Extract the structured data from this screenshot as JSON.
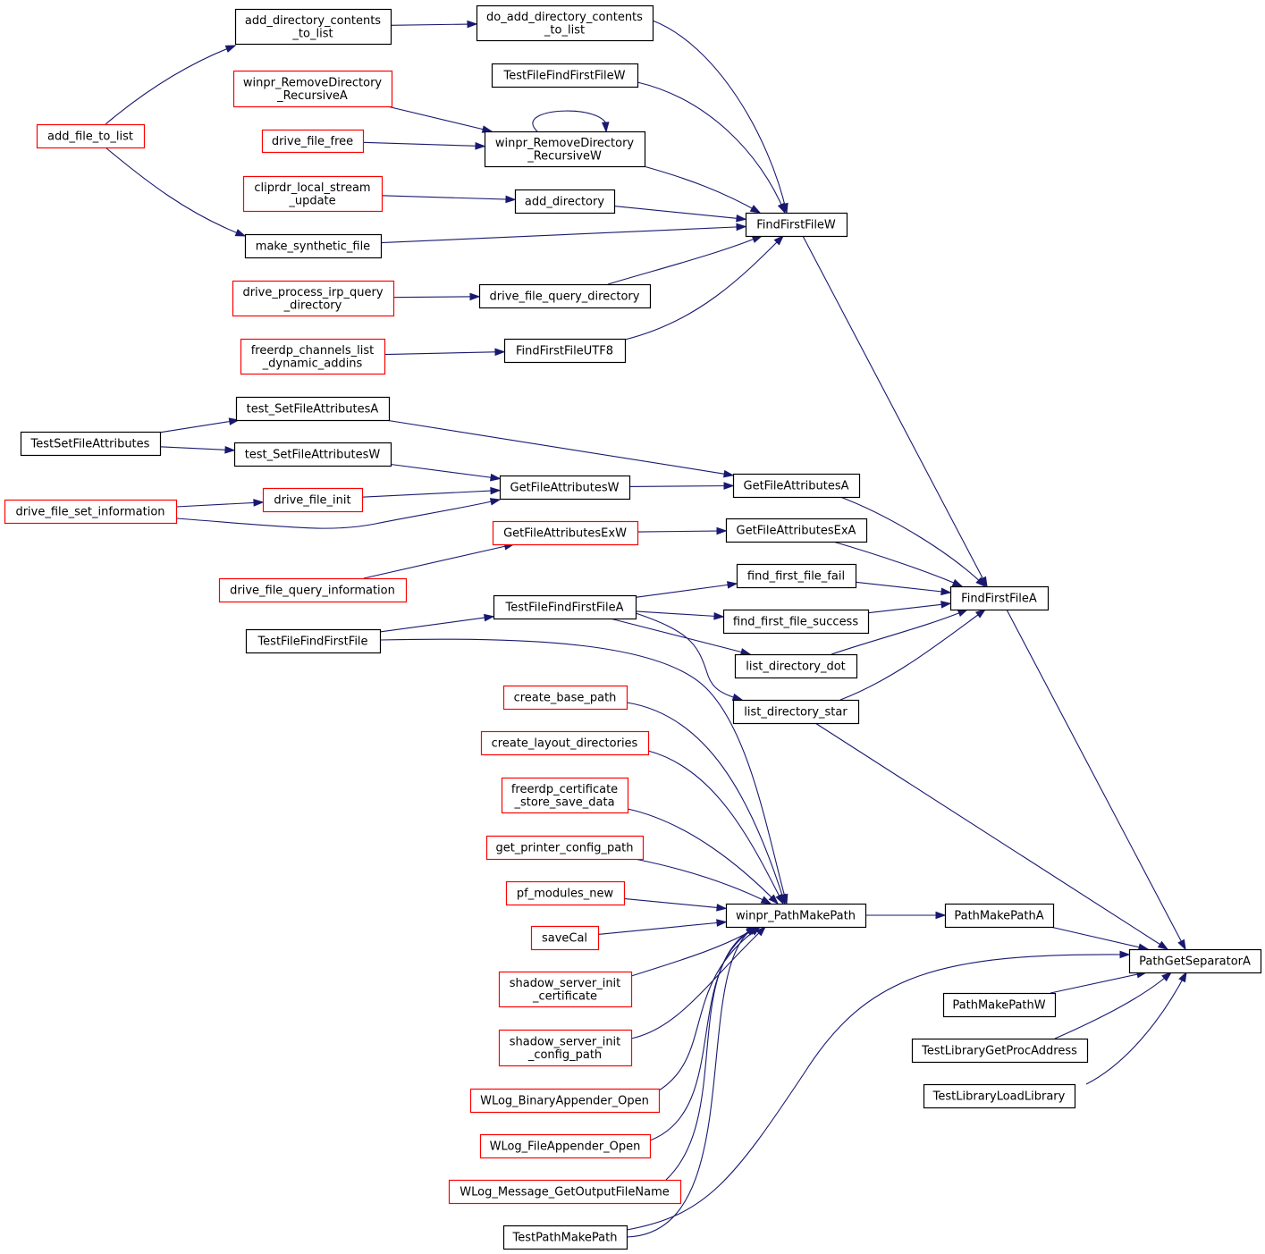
{
  "graph": {
    "title": "",
    "colors": {
      "edge": "#191970",
      "node_border_default": "#000000",
      "node_border_truncated": "#ff0000",
      "highlight_fill": "#bfbfbf"
    },
    "nodes": [
      {
        "id": "add_directory_contents_to_list",
        "lines": [
          "add_directory_contents",
          "_to_list"
        ],
        "border": "black"
      },
      {
        "id": "do_add_directory_contents_to_list",
        "lines": [
          "do_add_directory_contents",
          "_to_list"
        ],
        "border": "black"
      },
      {
        "id": "TestFileFindFirstFileW",
        "lines": [
          "TestFileFindFirstFileW"
        ],
        "border": "black"
      },
      {
        "id": "winpr_RemoveDirectory_RecursiveA",
        "lines": [
          "winpr_RemoveDirectory",
          "_RecursiveA"
        ],
        "border": "red"
      },
      {
        "id": "add_file_to_list",
        "lines": [
          "add_file_to_list"
        ],
        "border": "red"
      },
      {
        "id": "drive_file_free",
        "lines": [
          "drive_file_free"
        ],
        "border": "red"
      },
      {
        "id": "winpr_RemoveDirectory_RecursiveW",
        "lines": [
          "winpr_RemoveDirectory",
          "_RecursiveW"
        ],
        "border": "black"
      },
      {
        "id": "cliprdr_local_stream_update",
        "lines": [
          "cliprdr_local_stream",
          "_update"
        ],
        "border": "red"
      },
      {
        "id": "add_directory",
        "lines": [
          "add_directory"
        ],
        "border": "black"
      },
      {
        "id": "FindFirstFileW",
        "lines": [
          "FindFirstFileW"
        ],
        "border": "black"
      },
      {
        "id": "make_synthetic_file",
        "lines": [
          "make_synthetic_file"
        ],
        "border": "black"
      },
      {
        "id": "drive_process_irp_query_directory",
        "lines": [
          "drive_process_irp_query",
          "_directory"
        ],
        "border": "red"
      },
      {
        "id": "drive_file_query_directory",
        "lines": [
          "drive_file_query_directory"
        ],
        "border": "black"
      },
      {
        "id": "freerdp_channels_list_dynamic_addins",
        "lines": [
          "freerdp_channels_list",
          "_dynamic_addins"
        ],
        "border": "red"
      },
      {
        "id": "FindFirstFileUTF8",
        "lines": [
          "FindFirstFileUTF8"
        ],
        "border": "black"
      },
      {
        "id": "test_SetFileAttributesA",
        "lines": [
          "test_SetFileAttributesA"
        ],
        "border": "black"
      },
      {
        "id": "TestSetFileAttributes",
        "lines": [
          "TestSetFileAttributes"
        ],
        "border": "black"
      },
      {
        "id": "test_SetFileAttributesW",
        "lines": [
          "test_SetFileAttributesW"
        ],
        "border": "black"
      },
      {
        "id": "GetFileAttributesW",
        "lines": [
          "GetFileAttributesW"
        ],
        "border": "black"
      },
      {
        "id": "GetFileAttributesA",
        "lines": [
          "GetFileAttributesA"
        ],
        "border": "black"
      },
      {
        "id": "drive_file_init",
        "lines": [
          "drive_file_init"
        ],
        "border": "red"
      },
      {
        "id": "drive_file_set_information",
        "lines": [
          "drive_file_set_information"
        ],
        "border": "red"
      },
      {
        "id": "GetFileAttributesExW",
        "lines": [
          "GetFileAttributesExW"
        ],
        "border": "red"
      },
      {
        "id": "GetFileAttributesExA",
        "lines": [
          "GetFileAttributesExA"
        ],
        "border": "black"
      },
      {
        "id": "find_first_file_fail",
        "lines": [
          "find_first_file_fail"
        ],
        "border": "black"
      },
      {
        "id": "drive_file_query_information",
        "lines": [
          "drive_file_query_information"
        ],
        "border": "red"
      },
      {
        "id": "FindFirstFileA",
        "lines": [
          "FindFirstFileA"
        ],
        "border": "black"
      },
      {
        "id": "TestFileFindFirstFileA",
        "lines": [
          "TestFileFindFirstFileA"
        ],
        "border": "black"
      },
      {
        "id": "find_first_file_success",
        "lines": [
          "find_first_file_success"
        ],
        "border": "black"
      },
      {
        "id": "TestFileFindFirstFile",
        "lines": [
          "TestFileFindFirstFile"
        ],
        "border": "black"
      },
      {
        "id": "list_directory_dot",
        "lines": [
          "list_directory_dot"
        ],
        "border": "black"
      },
      {
        "id": "create_base_path",
        "lines": [
          "create_base_path"
        ],
        "border": "red"
      },
      {
        "id": "list_directory_star",
        "lines": [
          "list_directory_star"
        ],
        "border": "black"
      },
      {
        "id": "create_layout_directories",
        "lines": [
          "create_layout_directories"
        ],
        "border": "red"
      },
      {
        "id": "freerdp_certificate_store_save_data",
        "lines": [
          "freerdp_certificate",
          "_store_save_data"
        ],
        "border": "red"
      },
      {
        "id": "get_printer_config_path",
        "lines": [
          "get_printer_config_path"
        ],
        "border": "red"
      },
      {
        "id": "pf_modules_new",
        "lines": [
          "pf_modules_new"
        ],
        "border": "red"
      },
      {
        "id": "winpr_PathMakePath",
        "lines": [
          "winpr_PathMakePath"
        ],
        "border": "black"
      },
      {
        "id": "PathMakePathA",
        "lines": [
          "PathMakePathA"
        ],
        "border": "black"
      },
      {
        "id": "saveCal",
        "lines": [
          "saveCal"
        ],
        "border": "red"
      },
      {
        "id": "PathGetSeparatorA",
        "lines": [
          "PathGetSeparatorA"
        ],
        "border": "black",
        "highlight": true
      },
      {
        "id": "shadow_server_init_certificate",
        "lines": [
          "shadow_server_init",
          "_certificate"
        ],
        "border": "red"
      },
      {
        "id": "PathMakePathW",
        "lines": [
          "PathMakePathW"
        ],
        "border": "black"
      },
      {
        "id": "shadow_server_init_config_path",
        "lines": [
          "shadow_server_init",
          "_config_path"
        ],
        "border": "red"
      },
      {
        "id": "TestLibraryGetProcAddress",
        "lines": [
          "TestLibraryGetProcAddress"
        ],
        "border": "black"
      },
      {
        "id": "TestLibraryLoadLibrary",
        "lines": [
          "TestLibraryLoadLibrary"
        ],
        "border": "black"
      },
      {
        "id": "WLog_BinaryAppender_Open",
        "lines": [
          "WLog_BinaryAppender_Open"
        ],
        "border": "red"
      },
      {
        "id": "WLog_FileAppender_Open",
        "lines": [
          "WLog_FileAppender_Open"
        ],
        "border": "red"
      },
      {
        "id": "WLog_Message_GetOutputFileName",
        "lines": [
          "WLog_Message_GetOutputFileName"
        ],
        "border": "red"
      },
      {
        "id": "TestPathMakePath",
        "lines": [
          "TestPathMakePath"
        ],
        "border": "black"
      }
    ],
    "edges": [
      {
        "from": "add_file_to_list",
        "to": "add_directory_contents_to_list"
      },
      {
        "from": "add_file_to_list",
        "to": "make_synthetic_file"
      },
      {
        "from": "add_directory_contents_to_list",
        "to": "do_add_directory_contents_to_list"
      },
      {
        "from": "winpr_RemoveDirectory_RecursiveA",
        "to": "winpr_RemoveDirectory_RecursiveW"
      },
      {
        "from": "drive_file_free",
        "to": "winpr_RemoveDirectory_RecursiveW"
      },
      {
        "from": "winpr_RemoveDirectory_RecursiveW",
        "to": "winpr_RemoveDirectory_RecursiveW"
      },
      {
        "from": "cliprdr_local_stream_update",
        "to": "add_directory"
      },
      {
        "from": "drive_process_irp_query_directory",
        "to": "drive_file_query_directory"
      },
      {
        "from": "freerdp_channels_list_dynamic_addins",
        "to": "FindFirstFileUTF8"
      },
      {
        "from": "do_add_directory_contents_to_list",
        "to": "FindFirstFileW"
      },
      {
        "from": "TestFileFindFirstFileW",
        "to": "FindFirstFileW"
      },
      {
        "from": "winpr_RemoveDirectory_RecursiveW",
        "to": "FindFirstFileW"
      },
      {
        "from": "add_directory",
        "to": "FindFirstFileW"
      },
      {
        "from": "make_synthetic_file",
        "to": "FindFirstFileW"
      },
      {
        "from": "drive_file_query_directory",
        "to": "FindFirstFileW"
      },
      {
        "from": "FindFirstFileUTF8",
        "to": "FindFirstFileW"
      },
      {
        "from": "TestSetFileAttributes",
        "to": "test_SetFileAttributesA"
      },
      {
        "from": "TestSetFileAttributes",
        "to": "test_SetFileAttributesW"
      },
      {
        "from": "test_SetFileAttributesA",
        "to": "GetFileAttributesA"
      },
      {
        "from": "test_SetFileAttributesW",
        "to": "GetFileAttributesW"
      },
      {
        "from": "drive_file_init",
        "to": "GetFileAttributesW"
      },
      {
        "from": "drive_file_set_information",
        "to": "drive_file_init"
      },
      {
        "from": "drive_file_set_information",
        "to": "GetFileAttributesW"
      },
      {
        "from": "GetFileAttributesW",
        "to": "GetFileAttributesA"
      },
      {
        "from": "drive_file_query_information",
        "to": "GetFileAttributesExW"
      },
      {
        "from": "GetFileAttributesExW",
        "to": "GetFileAttributesExA"
      },
      {
        "from": "TestFileFindFirstFile",
        "to": "TestFileFindFirstFileA"
      },
      {
        "from": "TestFileFindFirstFileA",
        "to": "find_first_file_fail"
      },
      {
        "from": "TestFileFindFirstFileA",
        "to": "find_first_file_success"
      },
      {
        "from": "TestFileFindFirstFileA",
        "to": "list_directory_dot"
      },
      {
        "from": "TestFileFindFirstFileA",
        "to": "list_directory_star"
      },
      {
        "from": "FindFirstFileW",
        "to": "FindFirstFileA"
      },
      {
        "from": "GetFileAttributesA",
        "to": "FindFirstFileA"
      },
      {
        "from": "GetFileAttributesExA",
        "to": "FindFirstFileA"
      },
      {
        "from": "find_first_file_fail",
        "to": "FindFirstFileA"
      },
      {
        "from": "find_first_file_success",
        "to": "FindFirstFileA"
      },
      {
        "from": "list_directory_dot",
        "to": "FindFirstFileA"
      },
      {
        "from": "list_directory_star",
        "to": "FindFirstFileA"
      },
      {
        "from": "TestFileFindFirstFile",
        "to": "winpr_PathMakePath"
      },
      {
        "from": "create_base_path",
        "to": "winpr_PathMakePath"
      },
      {
        "from": "create_layout_directories",
        "to": "winpr_PathMakePath"
      },
      {
        "from": "freerdp_certificate_store_save_data",
        "to": "winpr_PathMakePath"
      },
      {
        "from": "get_printer_config_path",
        "to": "winpr_PathMakePath"
      },
      {
        "from": "pf_modules_new",
        "to": "winpr_PathMakePath"
      },
      {
        "from": "saveCal",
        "to": "winpr_PathMakePath"
      },
      {
        "from": "shadow_server_init_certificate",
        "to": "winpr_PathMakePath"
      },
      {
        "from": "shadow_server_init_config_path",
        "to": "winpr_PathMakePath"
      },
      {
        "from": "WLog_BinaryAppender_Open",
        "to": "winpr_PathMakePath"
      },
      {
        "from": "WLog_FileAppender_Open",
        "to": "winpr_PathMakePath"
      },
      {
        "from": "WLog_Message_GetOutputFileName",
        "to": "winpr_PathMakePath"
      },
      {
        "from": "TestPathMakePath",
        "to": "winpr_PathMakePath"
      },
      {
        "from": "winpr_PathMakePath",
        "to": "PathMakePathA"
      },
      {
        "from": "FindFirstFileA",
        "to": "PathGetSeparatorA"
      },
      {
        "from": "list_directory_star",
        "to": "PathGetSeparatorA"
      },
      {
        "from": "PathMakePathA",
        "to": "PathGetSeparatorA"
      },
      {
        "from": "TestPathMakePath",
        "to": "PathGetSeparatorA"
      },
      {
        "from": "PathMakePathW",
        "to": "PathGetSeparatorA"
      },
      {
        "from": "TestLibraryGetProcAddress",
        "to": "PathGetSeparatorA"
      },
      {
        "from": "TestLibraryLoadLibrary",
        "to": "PathGetSeparatorA"
      }
    ]
  }
}
